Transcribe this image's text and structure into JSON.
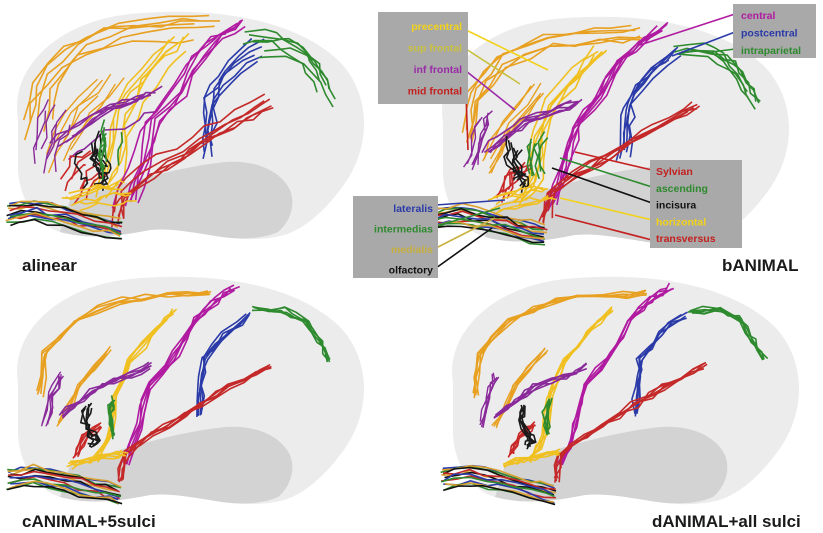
{
  "panels": [
    {
      "id": "a",
      "label": "alinear"
    },
    {
      "id": "b",
      "label": "bANIMAL"
    },
    {
      "id": "c",
      "label": "cANIMAL+5sulci"
    },
    {
      "id": "d",
      "label": "dANIMAL+all sulci"
    }
  ],
  "legend_groups": {
    "frontal": [
      {
        "label": "precentral",
        "color": "#f2d21a"
      },
      {
        "label": "sup frontal",
        "color": "#c8c040"
      },
      {
        "label": "inf frontal",
        "color": "#9a2aa8"
      },
      {
        "label": "mid frontal",
        "color": "#c42020"
      }
    ],
    "parietal": [
      {
        "label": "central",
        "color": "#b01aa0"
      },
      {
        "label": "postcentral",
        "color": "#2a3aa8"
      },
      {
        "label": "intraparietal",
        "color": "#2e8a2e"
      }
    ],
    "sylvian": [
      {
        "label": "Sylvian",
        "color": "#c42020"
      },
      {
        "label": "ascending",
        "color": "#2e8a2e"
      },
      {
        "label": "incisura",
        "color": "#111111"
      },
      {
        "label": "horizontal",
        "color": "#f2d21a"
      },
      {
        "label": "transversus",
        "color": "#c42020"
      }
    ],
    "olfactory": [
      {
        "label": "lateralis",
        "color": "#2a3aa8"
      },
      {
        "label": "intermedias",
        "color": "#2e8a2e"
      },
      {
        "label": "medialis",
        "color": "#c8b040"
      },
      {
        "label": "olfactory",
        "color": "#111111"
      }
    ]
  },
  "colors": {
    "brain_fill": "#ececec",
    "temporal_shade": "#d3d3d3",
    "legend_bg": "#a9a9a9",
    "precentral": "#f0c020",
    "sup_frontal": "#e8a020",
    "inf_frontal": "#8a2a9a",
    "mid_frontal": "#c82828",
    "central": "#b01aa0",
    "postcentral": "#2a3aa8",
    "intraparietal": "#2e8a2e",
    "sylvian": "#c42828",
    "incisura": "#1a1a1a"
  }
}
